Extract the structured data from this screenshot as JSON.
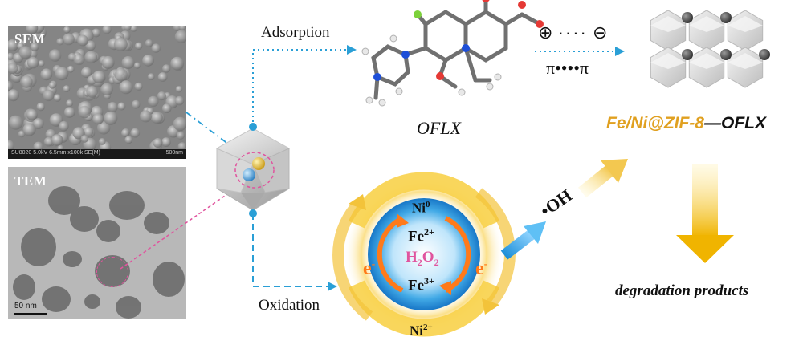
{
  "micrographs": {
    "sem": {
      "label": "SEM",
      "info": "SU8020 5.0kV 6.5mm x100k SE(M)",
      "scale_text": "500nm"
    },
    "tem": {
      "label": "TEM",
      "scale_text": "50 nm"
    }
  },
  "pathways": {
    "adsorption": "Adsorption",
    "oxidation": "Oxidation"
  },
  "molecule": {
    "label": "OFLX"
  },
  "interactions": {
    "electrostatic_plus": "⊕",
    "electrostatic_minus": "⊖",
    "electrostatic_dots": "····",
    "pi_stacking": "π••••π"
  },
  "complex": {
    "prefix": "Fe/Ni@ZIF-8",
    "suffix": "—OFLX"
  },
  "cycle": {
    "ni0_base": "Ni",
    "ni0_sup": "0",
    "ni2_base": "Ni",
    "ni2_sup": "2+",
    "fe2_base": "Fe",
    "fe2_sup": "2+",
    "fe3_base": "Fe",
    "fe3_sup": "3+",
    "h2o2_a": "H",
    "h2o2_sub1": "2",
    "h2o2_b": "O",
    "h2o2_sub2": "2",
    "electron_left": "e",
    "electron_right": "e",
    "electron_sup": "-"
  },
  "radical": "•OH",
  "products": "degradation products",
  "colors": {
    "accent_blue": "#2a9fd6",
    "magenta": "#e0549e",
    "orange": "#ff7a1a",
    "gold_text": "#e0a020",
    "ring_yellow": "#f8d24a",
    "core_blue": "#1d8fd8"
  }
}
